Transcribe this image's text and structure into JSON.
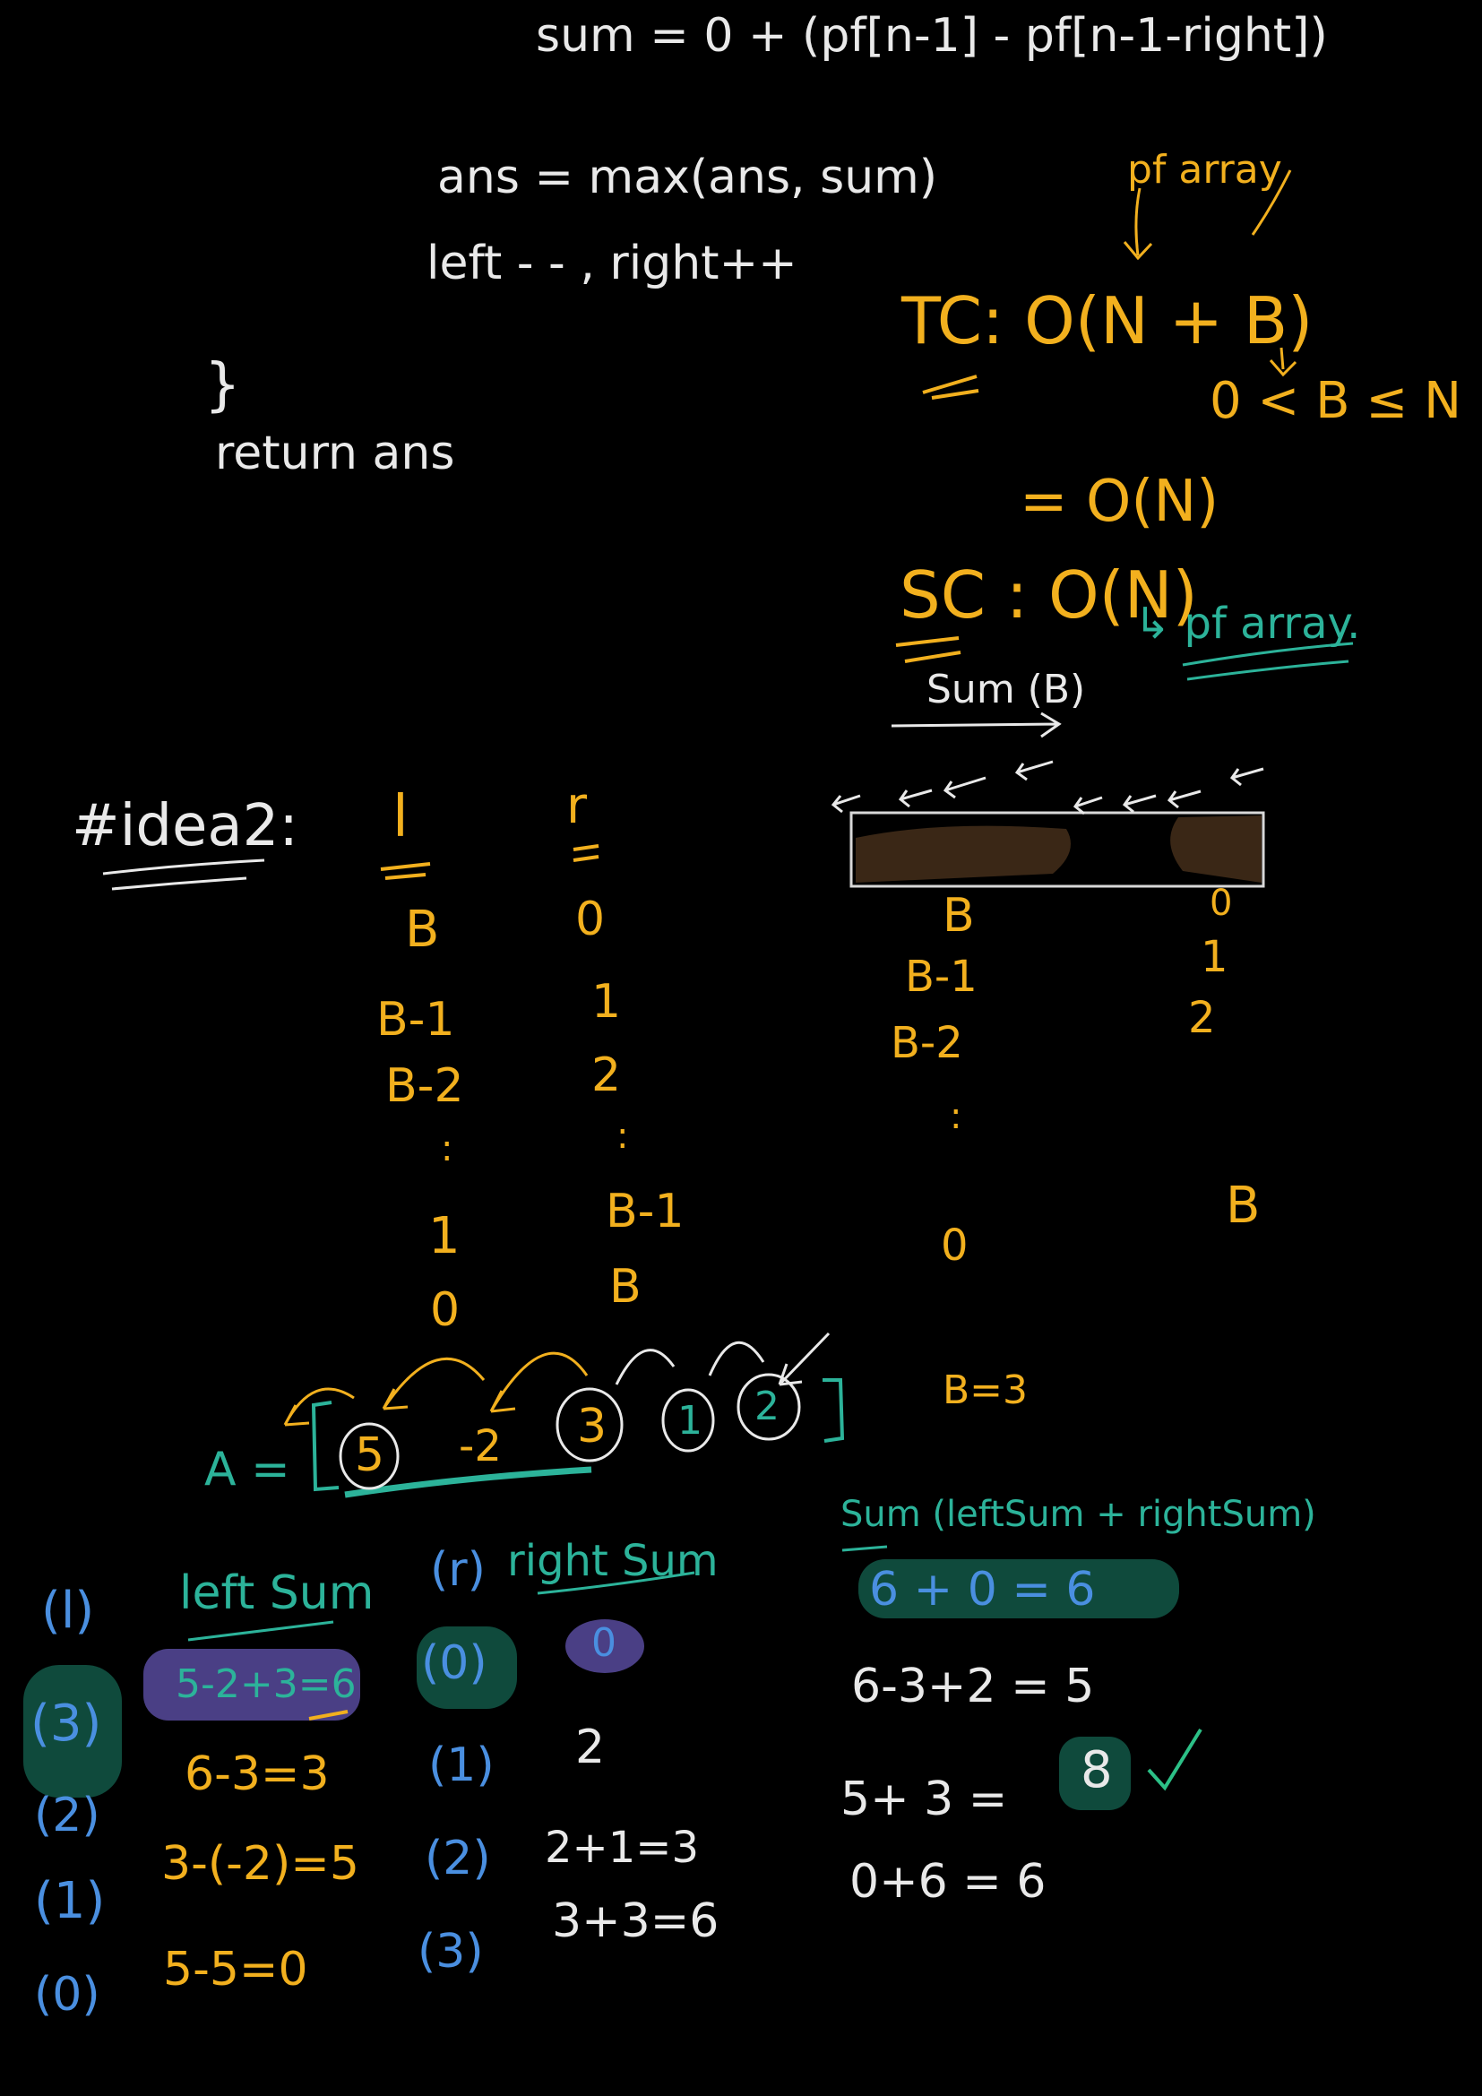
{
  "colors": {
    "background": "#000000",
    "chalk_white": "#e9e9e9",
    "yellow": "#f2b01e",
    "blue": "#4a8fe0",
    "teal": "#2cb39a",
    "dark_green_highlight": "#0f4a3c",
    "purple_highlight": "#4a3f85",
    "brown_fill": "#3a2716",
    "check_green": "#2cc087"
  },
  "code": {
    "sum_line": "sum =  0   + (pf[n-1] - pf[n-1-right])",
    "ans_line": "ans = max(ans, sum)",
    "update_line": "left - - , right++",
    "brace": "}",
    "return_line": "return ans"
  },
  "complexity": {
    "pf_array_note": "pf array",
    "tc": "TC: O(N + B)",
    "b_range": "0 < B ≤ N",
    "tc_result": "= O(N)",
    "sc": "SC : O(N)",
    "sc_note": "↳ pf array."
  },
  "idea": {
    "heading": "#idea2:",
    "l_header": "l",
    "r_header": "r",
    "l_values": [
      "B",
      "B-1",
      "B-2",
      ":",
      "1",
      "0"
    ],
    "r_values": [
      "0",
      "1",
      "2",
      ":",
      "B-1",
      "B"
    ],
    "sum_label": "Sum (B)",
    "box_left_values": [
      "B",
      "B-1",
      "B-2",
      ":",
      "0"
    ],
    "box_right_values": [
      "0",
      "1",
      "2",
      "B"
    ]
  },
  "example": {
    "array_prefix": "A =",
    "array_elements": [
      "5",
      "-2",
      "3",
      "1",
      "2"
    ],
    "b_value": "B=3"
  },
  "table": {
    "l_header": "(l)",
    "left_sum_header": "left Sum",
    "r_header": "(r)",
    "right_sum_header": "right Sum",
    "sum_header": "Sum (leftSum + rightSum)",
    "l_values": [
      "(3)",
      "(2)",
      "(1)",
      "(0)"
    ],
    "left_sums": [
      "5-2+3=6",
      "6-3=3",
      "3-(-2)=5",
      "5-5=0"
    ],
    "r_values": [
      "(0)",
      "(1)",
      "(2)",
      "(3)"
    ],
    "right_sums": [
      "0",
      "2",
      "2+1=3",
      "3+3=6"
    ],
    "sums": [
      "6 + 0 = 6",
      "6-3+2 =  5",
      "5+ 3 =",
      "0+6 =  6"
    ],
    "best_value": "8",
    "check_mark": "✓"
  }
}
